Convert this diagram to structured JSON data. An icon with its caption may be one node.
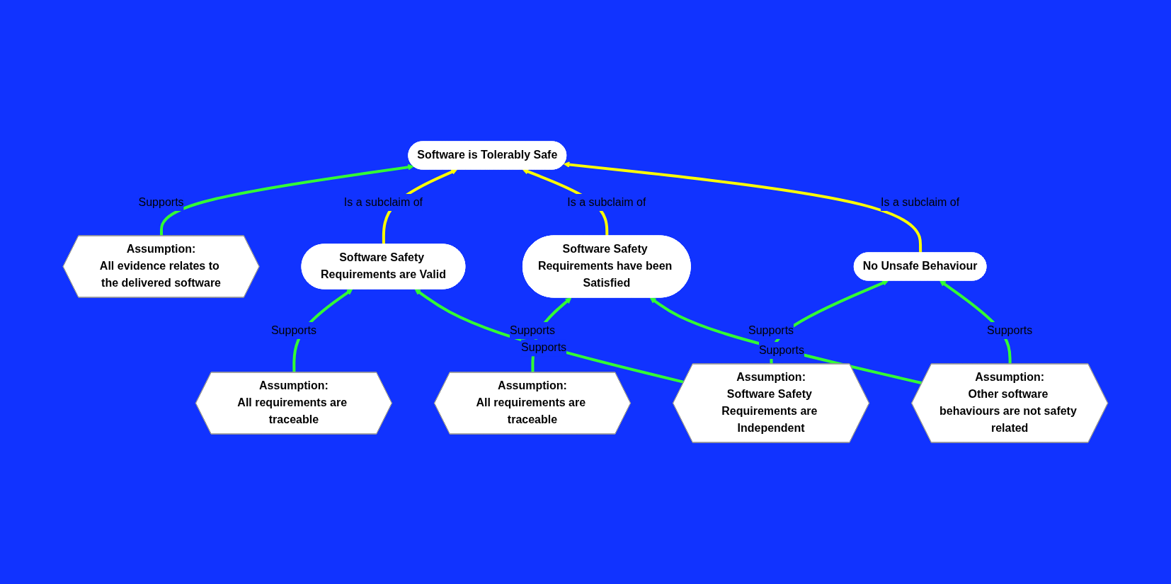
{
  "diagram": {
    "nodes": [
      {
        "text": [
          "Software is Tolerably Safe"
        ]
      },
      {
        "text": [
          "Assumption:",
          "All evidence relates to the delivered software"
        ]
      },
      {
        "text": [
          "Assumption:",
          "All requirements are traceable"
        ]
      },
      {
        "text": [
          "Software Safety Requirements are Valid"
        ]
      },
      {
        "text": [
          "Software Safety Requirements have been Satisfied"
        ]
      },
      {
        "text": [
          "Assumption:",
          "All requirements are traceable"
        ]
      },
      {
        "text": [
          "Assumption:",
          "Software Safety Requirements are Independent"
        ]
      },
      {
        "text": [
          "Assumption:",
          "Other software behaviours are not safety related"
        ]
      },
      {
        "text": [
          "No Unsafe Behaviour"
        ]
      }
    ],
    "edges": [
      {
        "from": 1,
        "to": 0,
        "arrow": "to",
        "label": "Supports"
      },
      {
        "from": 3,
        "to": 0,
        "arrow": "to",
        "label": "Is a subclaim of",
        "color": "#ffff00"
      },
      {
        "from": 4,
        "to": 0,
        "arrow": "to",
        "label": "Is a subclaim of",
        "color": "#ffff00"
      },
      {
        "from": 2,
        "to": 3,
        "arrow": "to",
        "label": "Supports"
      },
      {
        "from": 5,
        "to": 4,
        "arrow": "to",
        "label": "Supports"
      },
      {
        "from": 6,
        "to": 3,
        "arrow": "to",
        "label": "Supports"
      },
      {
        "from": 8,
        "to": 0,
        "arrow": "to",
        "label": "Is a subclaim of",
        "color": "#ffff00"
      },
      {
        "from": 7,
        "to": 4,
        "arrow": "to",
        "label": "Supports"
      },
      {
        "from": 6,
        "to": 8,
        "arrow": "to",
        "label": "Supports"
      },
      {
        "from": 7,
        "to": 8,
        "arrow": "to",
        "label": "Supports"
      }
    ]
  }
}
